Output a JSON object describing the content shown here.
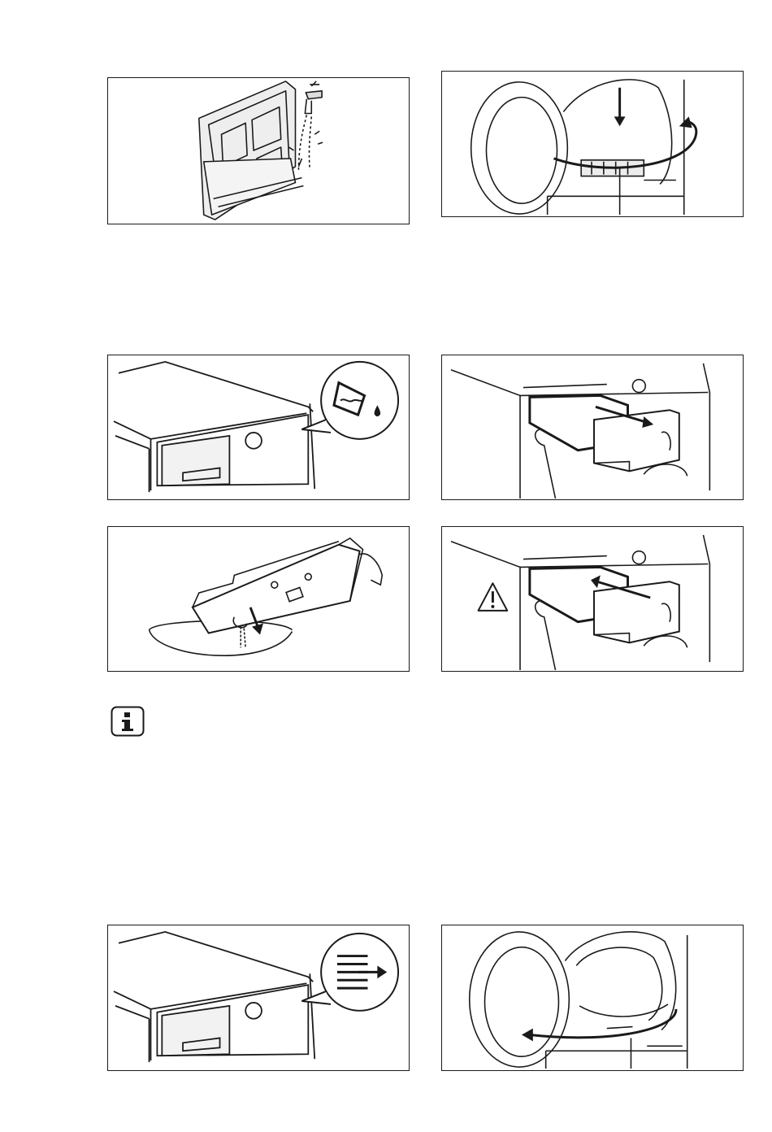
{
  "page": {
    "background": "#ffffff",
    "line_color": "#1a1a1a"
  },
  "figures": [
    {
      "name": "filter-rinse-under-tap",
      "icons": [
        "tap-icon",
        "filter-icon"
      ]
    },
    {
      "name": "filter-insert-close-door",
      "icons": [
        "down-arrow-icon",
        "curved-arrow-icon"
      ]
    },
    {
      "name": "container-empty-symbol",
      "icons": [
        "water-container-symbol-icon"
      ]
    },
    {
      "name": "pull-out-water-container",
      "icons": [
        "right-arrow-icon"
      ]
    },
    {
      "name": "pour-water-into-bowl",
      "icons": [
        "down-arrow-icon"
      ]
    },
    {
      "name": "push-in-water-container",
      "icons": [
        "warning-icon",
        "left-arrow-icon"
      ]
    },
    {
      "name": "filter-clean-symbol",
      "icons": [
        "filter-symbol-icon"
      ]
    },
    {
      "name": "close-door",
      "icons": [
        "curved-arrow-icon"
      ]
    }
  ],
  "info_badge": {
    "icon": "info-icon"
  }
}
